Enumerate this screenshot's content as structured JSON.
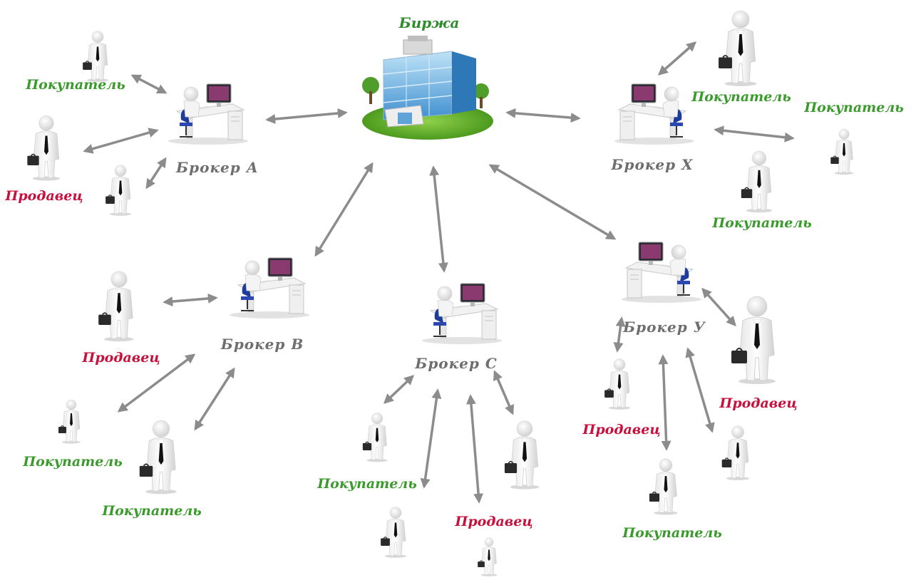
{
  "exchange": {
    "label": "Биржа",
    "icon": "exchange-building-icon"
  },
  "brokers": {
    "a": {
      "label": "Брокер А",
      "icon": "broker-workstation-icon"
    },
    "b": {
      "label": "Брокер В",
      "icon": "broker-workstation-icon"
    },
    "c": {
      "label": "Брокер С",
      "icon": "broker-workstation-icon"
    },
    "x": {
      "label": "Брокер Х",
      "icon": "broker-workstation-icon"
    },
    "y": {
      "label": "Брокер У",
      "icon": "broker-workstation-icon"
    }
  },
  "roles": {
    "buyer": "Покупатель",
    "seller": "Продавец"
  },
  "colors": {
    "buyer": "#3a9a2c",
    "seller": "#c8103c",
    "broker": "#6e6e6e",
    "exchange": "#2e8b2e",
    "arrow": "#8c8c8c"
  }
}
